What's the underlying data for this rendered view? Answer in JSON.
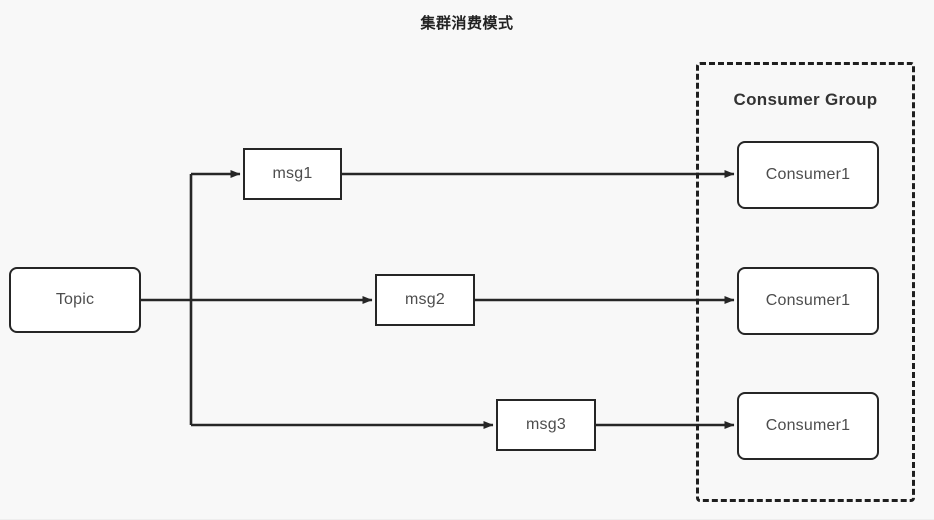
{
  "diagram": {
    "title": "集群消费模式",
    "background_color": "#f8f8f8",
    "stroke_color": "#262626",
    "text_color": "#4d4d4d",
    "title_color": "#222222"
  },
  "source": {
    "label": "Topic"
  },
  "messages": [
    {
      "label": "msg1"
    },
    {
      "label": "msg2"
    },
    {
      "label": "msg3"
    }
  ],
  "consumer_group": {
    "title": "Consumer Group",
    "consumers": [
      {
        "label": "Consumer1"
      },
      {
        "label": "Consumer1"
      },
      {
        "label": "Consumer1"
      }
    ]
  }
}
